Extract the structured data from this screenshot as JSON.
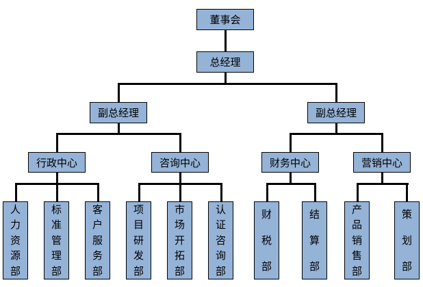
{
  "chart": {
    "type": "org-chart",
    "root": {
      "label": "董事会"
    },
    "general_manager": {
      "label": "总经理"
    },
    "deputy_left": {
      "label": "副总经理"
    },
    "deputy_right": {
      "label": "副总经理"
    },
    "centers": [
      {
        "label": "行政中心"
      },
      {
        "label": "咨询中心"
      },
      {
        "label": "财务中心"
      },
      {
        "label": "营销中心"
      }
    ],
    "departments": [
      {
        "label": "人力资源部"
      },
      {
        "label": "标准管理部"
      },
      {
        "label": "客户服务部"
      },
      {
        "label": "项目研发部"
      },
      {
        "label": "市场开拓部"
      },
      {
        "label": "认证咨询部"
      },
      {
        "label": "财税部"
      },
      {
        "label": "结算部"
      },
      {
        "label": "产品销售部"
      },
      {
        "label": "策划部"
      }
    ],
    "colors": {
      "box_fill": "#95B3D7",
      "box_border": "#000000",
      "connector": "#000000",
      "background": "#FFFFFF"
    }
  }
}
